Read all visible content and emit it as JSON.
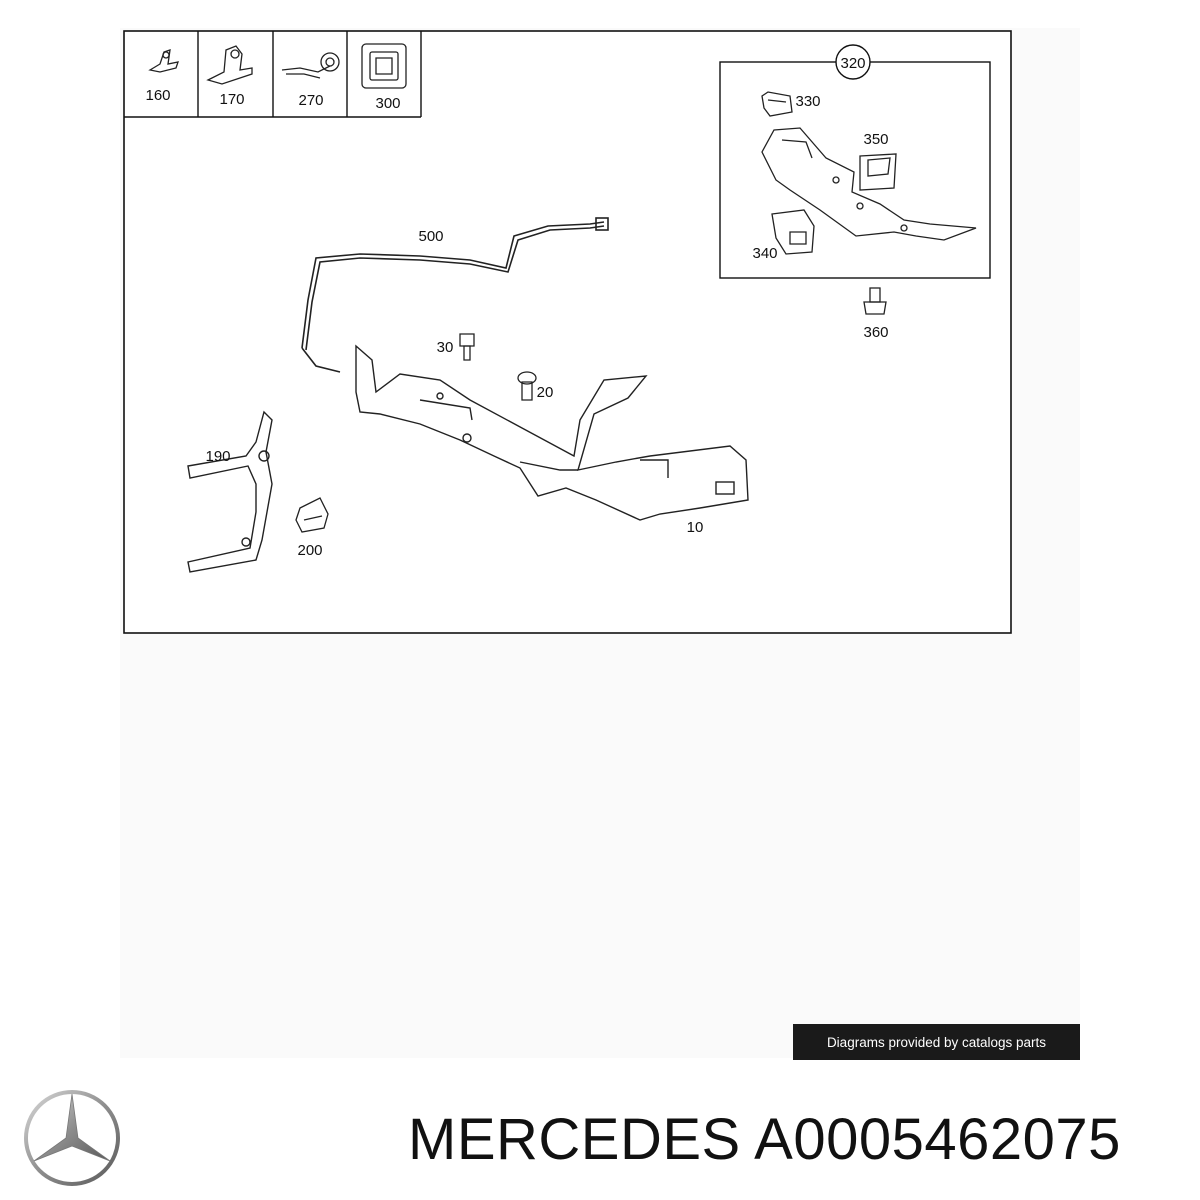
{
  "diagram": {
    "callouts": [
      {
        "id": "160",
        "label": "160"
      },
      {
        "id": "170",
        "label": "170"
      },
      {
        "id": "270",
        "label": "270"
      },
      {
        "id": "300",
        "label": "300"
      },
      {
        "id": "320",
        "label": "320"
      },
      {
        "id": "330",
        "label": "330"
      },
      {
        "id": "350",
        "label": "350"
      },
      {
        "id": "340",
        "label": "340"
      },
      {
        "id": "360",
        "label": "360"
      },
      {
        "id": "500",
        "label": "500"
      },
      {
        "id": "30",
        "label": "30"
      },
      {
        "id": "20",
        "label": "20"
      },
      {
        "id": "190",
        "label": "190"
      },
      {
        "id": "200",
        "label": "200"
      },
      {
        "id": "10",
        "label": "10"
      }
    ]
  },
  "credit": "Diagrams provided by catalogs parts",
  "brand": "MERCEDES",
  "part_number": "A0005462075",
  "brand_logo": "mercedes-star-logo"
}
